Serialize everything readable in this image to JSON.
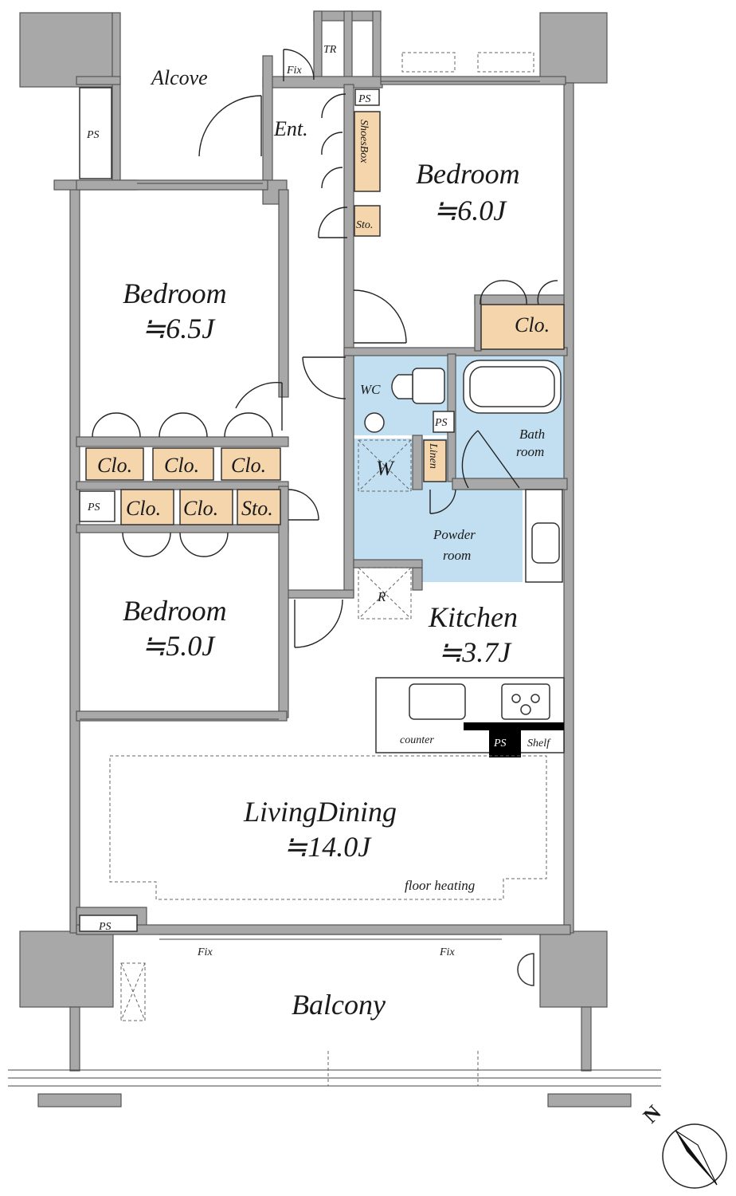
{
  "rooms": {
    "alcove": "Alcove",
    "entrance": "Ent.",
    "tr": "TR",
    "fix_top": "Fix",
    "ps": "PS",
    "shoes_box": "ShoesBox",
    "storage": "Sto.",
    "bedroom_ne_label": "Bedroom",
    "bedroom_ne_size": "≒6.0J",
    "bedroom_nw_label": "Bedroom",
    "bedroom_nw_size": "≒6.5J",
    "bedroom_sw_label": "Bedroom",
    "bedroom_sw_size": "≒5.0J",
    "closet": "Clo.",
    "wc": "WC",
    "bath_line1": "Bath",
    "bath_line2": "room",
    "linen": "Linen",
    "washer": "W",
    "powder_line1": "Powder",
    "powder_line2": "room",
    "fridge": "R",
    "kitchen_label": "Kitchen",
    "kitchen_size": "≒3.7J",
    "counter": "counter",
    "shelf": "Shelf",
    "living_label": "LivingDining",
    "living_size": "≒14.0J",
    "floor_heating": "floor heating",
    "fix_balcony": "Fix",
    "balcony": "Balcony",
    "compass": "N"
  },
  "colors": {
    "wall": "#a8a8a8",
    "wet_area": "#c2dff2",
    "storage": "#f4d5ac"
  }
}
